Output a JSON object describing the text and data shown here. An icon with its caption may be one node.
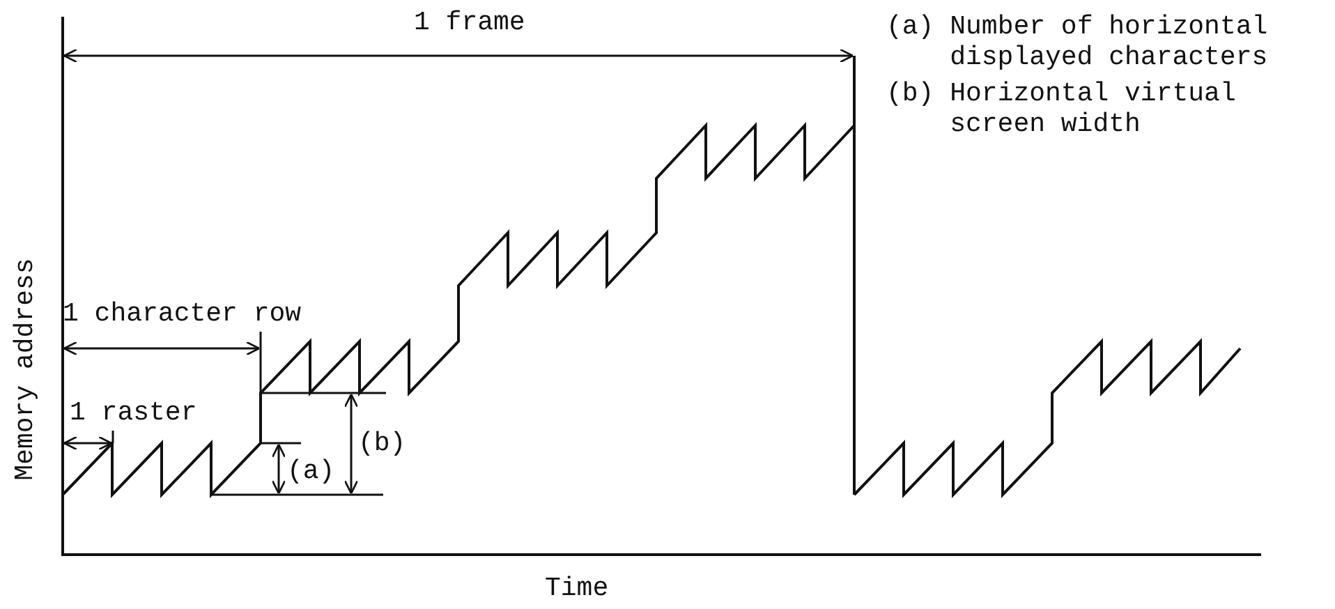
{
  "diagram": {
    "labels": [
      "1 frame",
      "(a) Number of horizontal displayed characters",
      "(b) Horizontal virtual screen width",
      "1 character row",
      "1 raster",
      "(a)",
      "(b)",
      "Memory address",
      "Time"
    ]
  }
}
